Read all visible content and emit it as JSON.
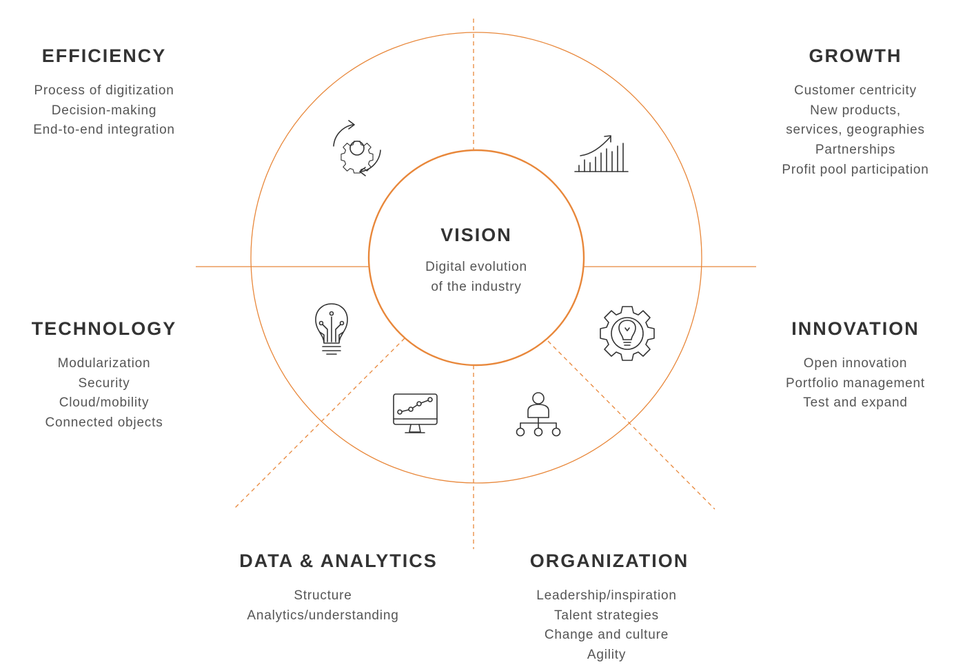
{
  "colors": {
    "accent": "#e8873a",
    "text_dark": "#333333",
    "text_body": "#555555",
    "icon": "#333333"
  },
  "center": {
    "title": "VISION",
    "lines": [
      "Digital evolution",
      "of the industry"
    ]
  },
  "segments": [
    {
      "key": "efficiency",
      "title": "EFFICIENCY",
      "items": [
        "Process of digitization",
        "Decision-making",
        "End-to-end integration"
      ],
      "icon": "gear-cycle-icon"
    },
    {
      "key": "growth",
      "title": "GROWTH",
      "items": [
        "Customer centricity",
        "New products,",
        "services, geographies",
        "Partnerships",
        "Profit pool participation"
      ],
      "icon": "growth-chart-icon"
    },
    {
      "key": "technology",
      "title": "TECHNOLOGY",
      "items": [
        "Modularization",
        "Security",
        "Cloud/mobility",
        "Connected objects"
      ],
      "icon": "circuit-bulb-icon"
    },
    {
      "key": "innovation",
      "title": "INNOVATION",
      "items": [
        "Open innovation",
        "Portfolio management",
        "Test and expand"
      ],
      "icon": "gear-bulb-icon"
    },
    {
      "key": "data_analytics",
      "title": "DATA & ANALYTICS",
      "items": [
        "Structure",
        "Analytics/understanding"
      ],
      "icon": "monitor-graph-icon"
    },
    {
      "key": "organization",
      "title": "ORGANIZATION",
      "items": [
        "Leadership/inspiration",
        "Talent strategies",
        "Change and culture",
        "Agility"
      ],
      "icon": "org-chart-icon"
    }
  ]
}
